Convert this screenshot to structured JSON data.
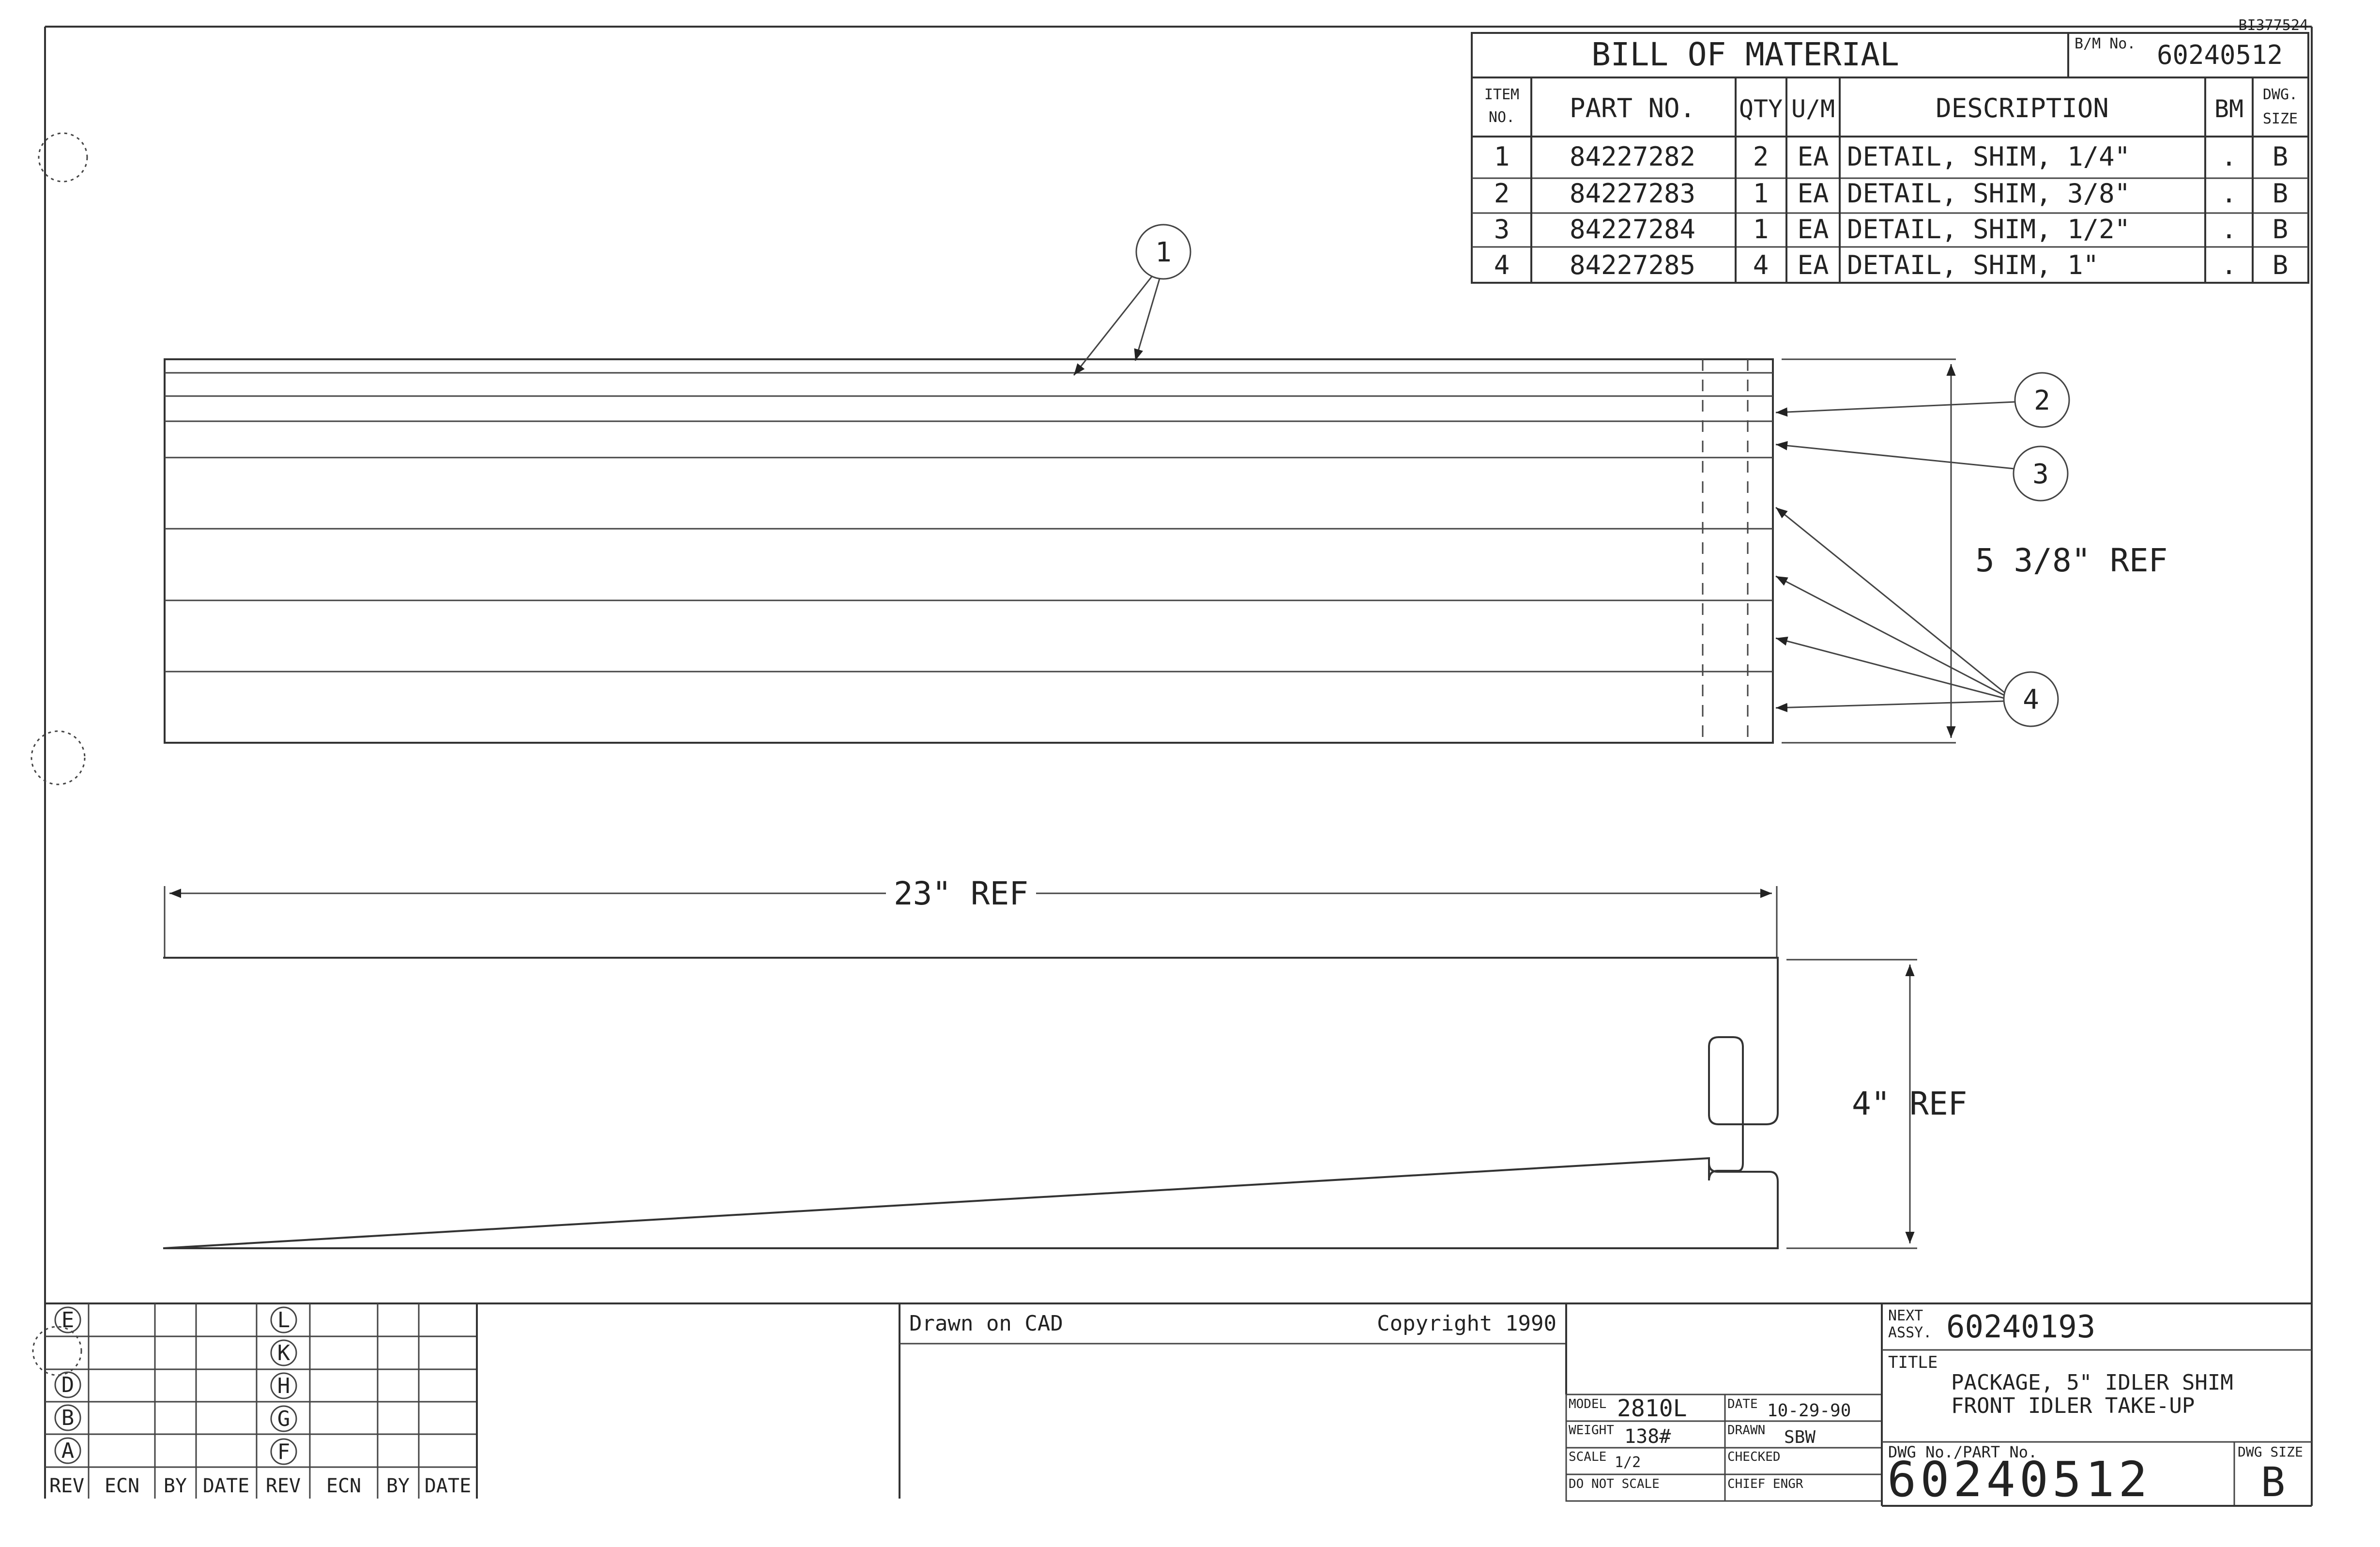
{
  "corner_stamp": "BI377524",
  "bom": {
    "title": "BILL OF MATERIAL",
    "bh_label": "B/M No.",
    "bh_number": "60240512",
    "headers": {
      "item_1": "ITEM",
      "item_2": "NO.",
      "part_no": "PART NO.",
      "qty": "QTY",
      "um": "U/M",
      "description": "DESCRIPTION",
      "bm": "BM",
      "dwg_1": "DWG.",
      "dwg_2": "SIZE"
    },
    "rows": [
      {
        "item": "1",
        "part_no": "84227282",
        "qty": "2",
        "um": "EA",
        "description": "DETAIL, SHIM, 1/4\"",
        "bm": ".",
        "size": "B"
      },
      {
        "item": "2",
        "part_no": "84227283",
        "qty": "1",
        "um": "EA",
        "description": "DETAIL, SHIM, 3/8\"",
        "bm": ".",
        "size": "B"
      },
      {
        "item": "3",
        "part_no": "84227284",
        "qty": "1",
        "um": "EA",
        "description": "DETAIL, SHIM, 1/2\"",
        "bm": ".",
        "size": "B"
      },
      {
        "item": "4",
        "part_no": "84227285",
        "qty": "4",
        "um": "EA",
        "description": "DETAIL, SHIM, 1\"",
        "bm": ".",
        "size": "B"
      }
    ]
  },
  "balloons": [
    "1",
    "2",
    "3",
    "4"
  ],
  "dimensions": {
    "stack_height": "5 3/8\" REF",
    "length": "23\" REF",
    "width": "4\" REF"
  },
  "rev_block": {
    "left_letters": [
      "E",
      "D",
      "B",
      "A"
    ],
    "right_letters": [
      "L",
      "K",
      "H",
      "G",
      "F"
    ],
    "footer": [
      "REV",
      "ECN",
      "BY",
      "DATE",
      "REV",
      "ECN",
      "BY",
      "DATE"
    ]
  },
  "notes": {
    "drawn_on": "Drawn on CAD",
    "copyright": "Copyright 1990"
  },
  "title_block": {
    "model_label": "MODEL",
    "model": "2810L",
    "weight_label": "WEIGHT",
    "weight": "138#",
    "scale_label": "SCALE",
    "scale": "1/2",
    "do_not_scale": "DO NOT SCALE",
    "date_label": "DATE",
    "date": "10-29-90",
    "drawn_label": "DRAWN",
    "drawn": "SBW",
    "checked_label": "CHECKED",
    "chief_label": "CHIEF ENGR",
    "next_assy_1": "NEXT",
    "next_assy_2": "ASSY.",
    "next_assy": "60240193",
    "title_label": "TITLE",
    "title_line1": "PACKAGE, 5\" IDLER SHIM",
    "title_line2": "FRONT IDLER TAKE-UP",
    "dwg_no_label": "DWG No./PART No.",
    "dwg_no": "60240512",
    "dwg_size_label": "DWG SIZE",
    "dwg_size": "B"
  }
}
